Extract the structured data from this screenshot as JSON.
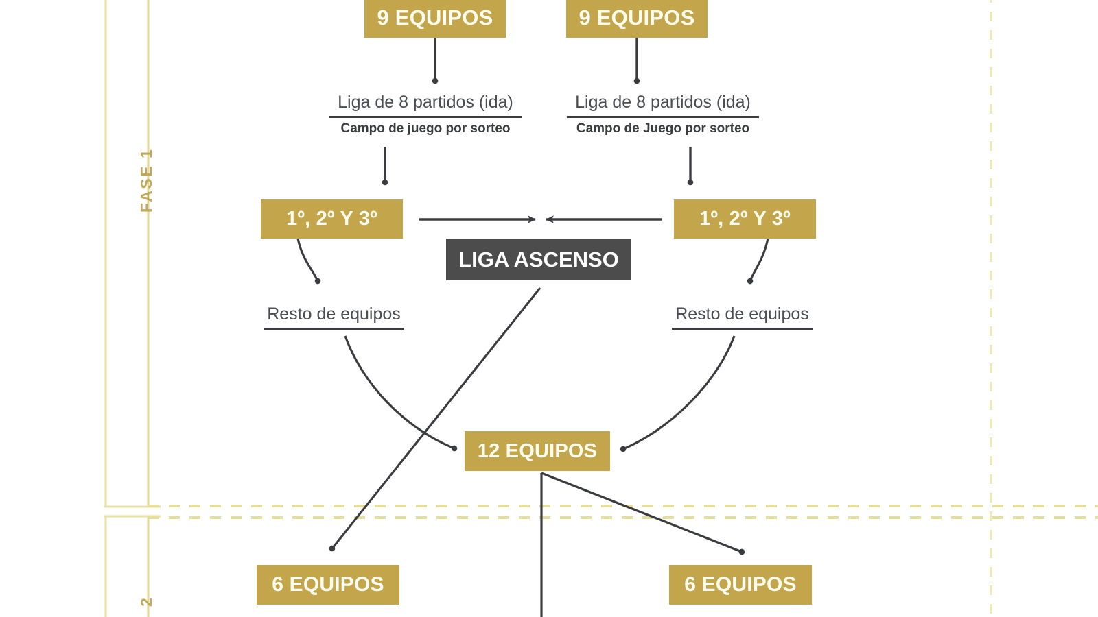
{
  "diagram": {
    "title_box": {
      "label": "LIGA ASCENSO"
    },
    "phases": [
      {
        "label": "FASE 1"
      },
      {
        "label": "2"
      }
    ],
    "groups": [
      {
        "side": "left",
        "teams_box": "9 EQUIPOS",
        "format_primary": "Liga de 8 partidos (ida)",
        "format_secondary": "Campo de juego por sorteo",
        "qualifiers_box": "1º, 2º Y 3º",
        "remainder_label": "Resto de equipos"
      },
      {
        "side": "right",
        "teams_box": "9 EQUIPOS",
        "format_primary": "Liga de 8 partidos (ida)",
        "format_secondary": "Campo de Juego por sorteo",
        "qualifiers_box": "1º, 2º Y 3º",
        "remainder_label": "Resto de equipos"
      }
    ],
    "phase2": {
      "pool_box": "12 EQUIPOS",
      "subgroup_left_box": "6 EQUIPOS",
      "subgroup_right_box": "6 EQUIPOS"
    },
    "colors": {
      "gold": "#C3A64C",
      "gold_light": "#E9E3A8",
      "dark": "#4C4C4C",
      "line": "#3A3C40",
      "text": "#3F4246",
      "phase_text": "#BFA75C"
    }
  }
}
